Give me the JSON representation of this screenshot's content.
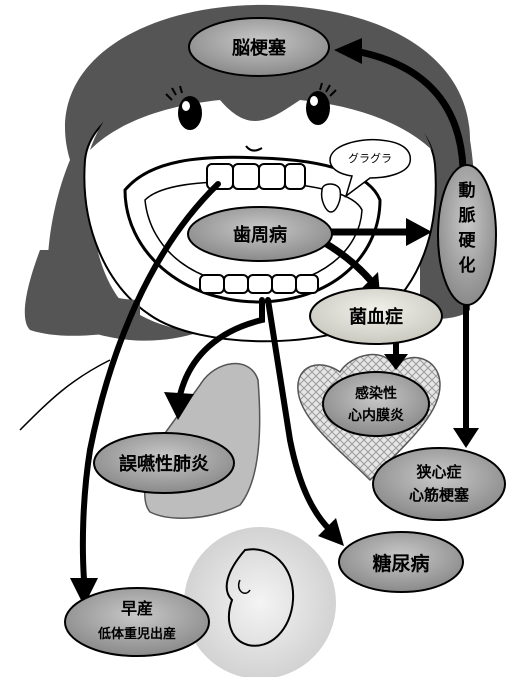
{
  "nodes": {
    "brain_infarction": "脳梗塞",
    "periodontal": "歯周病",
    "arteriosclerosis": [
      "動",
      "脈",
      "硬",
      "化"
    ],
    "bacteremia": "菌血症",
    "endocarditis": [
      "感染性",
      "心内膜炎"
    ],
    "angina": [
      "狭心症",
      "心筋梗塞"
    ],
    "pneumonia": "誤嚥性肺炎",
    "diabetes": "糖尿病",
    "premature": [
      "早産",
      "低体重児出産"
    ]
  },
  "speech_bubble": "グラグラ",
  "colors": {
    "hair": "#555555",
    "node_fill": "#9a9a9a",
    "node_fill_light": "#d8d8d0",
    "lung": "#bdbdbd",
    "womb_circle": "#d9d9d9",
    "arrow": "#000000"
  }
}
